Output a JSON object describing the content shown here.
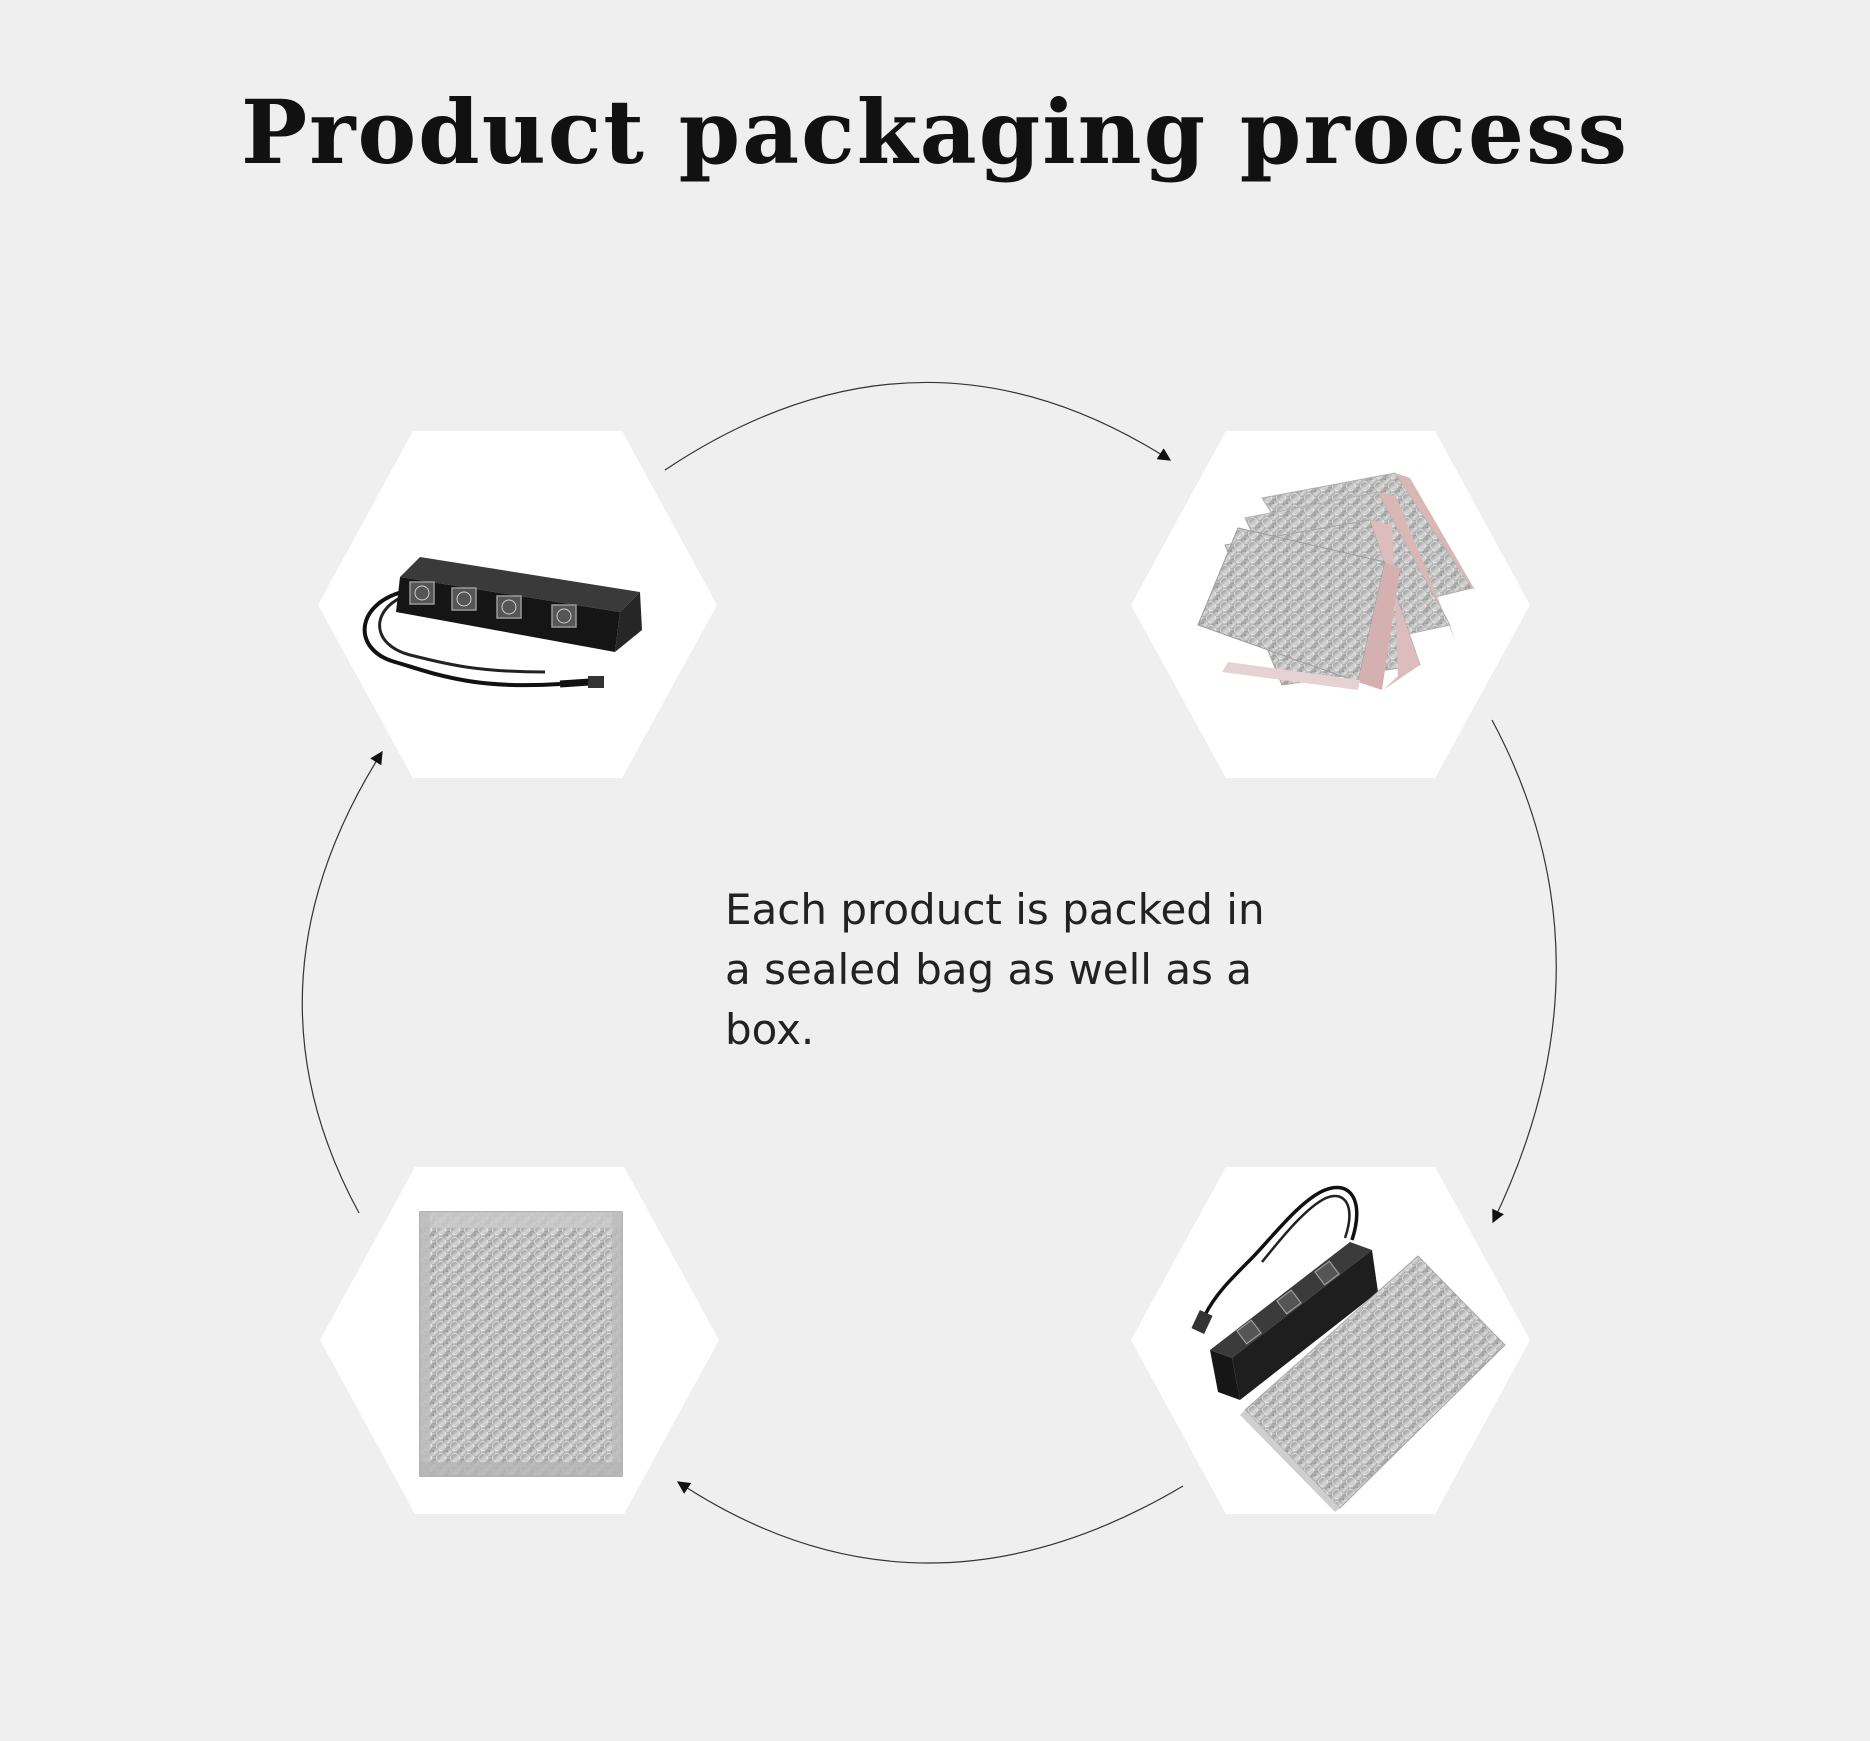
{
  "title": "Product packaging process",
  "caption": "Each product is packed in a sealed bag as well as a box.",
  "steps": [
    {
      "id": "product",
      "icon": "power-strip-icon"
    },
    {
      "id": "bubble-mailers-stack",
      "icon": "bubble-mailers-icon"
    },
    {
      "id": "product-and-mailer",
      "icon": "product-with-mailer-icon"
    },
    {
      "id": "sealed-mailer",
      "icon": "sealed-mailer-icon"
    }
  ],
  "colors": {
    "background": "#efefef",
    "hexagon": "#ffffff",
    "arrow": "#333333"
  }
}
